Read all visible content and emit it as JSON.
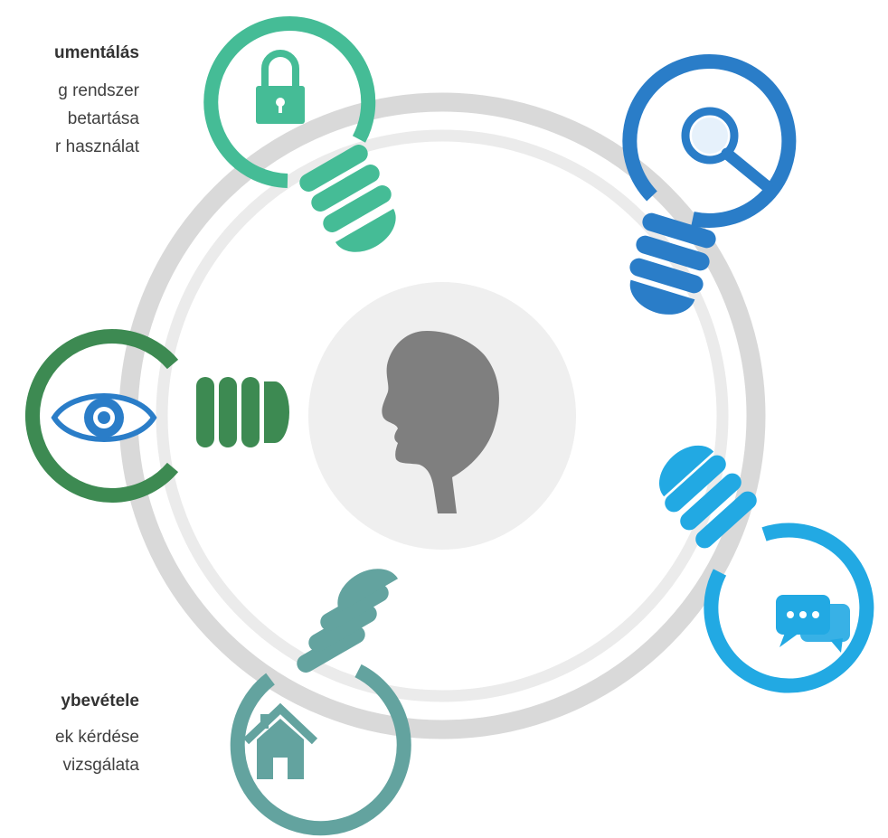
{
  "colors": {
    "outer_ring": "#d9d9d9",
    "inner_ring": "#ebebeb",
    "center_circle": "#efefef",
    "head": "#7f7f7f",
    "bulb_lock": "#45bc96",
    "bulb_search": "#2a7dc8",
    "bulb_chat": "#22a9e3",
    "bulb_home": "#63a39f",
    "bulb_eye": "#3d8a52"
  },
  "icons": {
    "center": "head-profile-icon",
    "bulbs": [
      "lock-icon",
      "magnifier-icon",
      "chat-bubbles-icon",
      "home-icon",
      "eye-icon"
    ]
  },
  "text_blocks": {
    "top": {
      "heading": "umentálás",
      "lines": [
        "g rendszer",
        "betartása",
        "r használat"
      ]
    },
    "bottom": {
      "heading": "ybevétele",
      "lines": [
        "ek kérdése",
        "vizsgálata"
      ]
    }
  }
}
